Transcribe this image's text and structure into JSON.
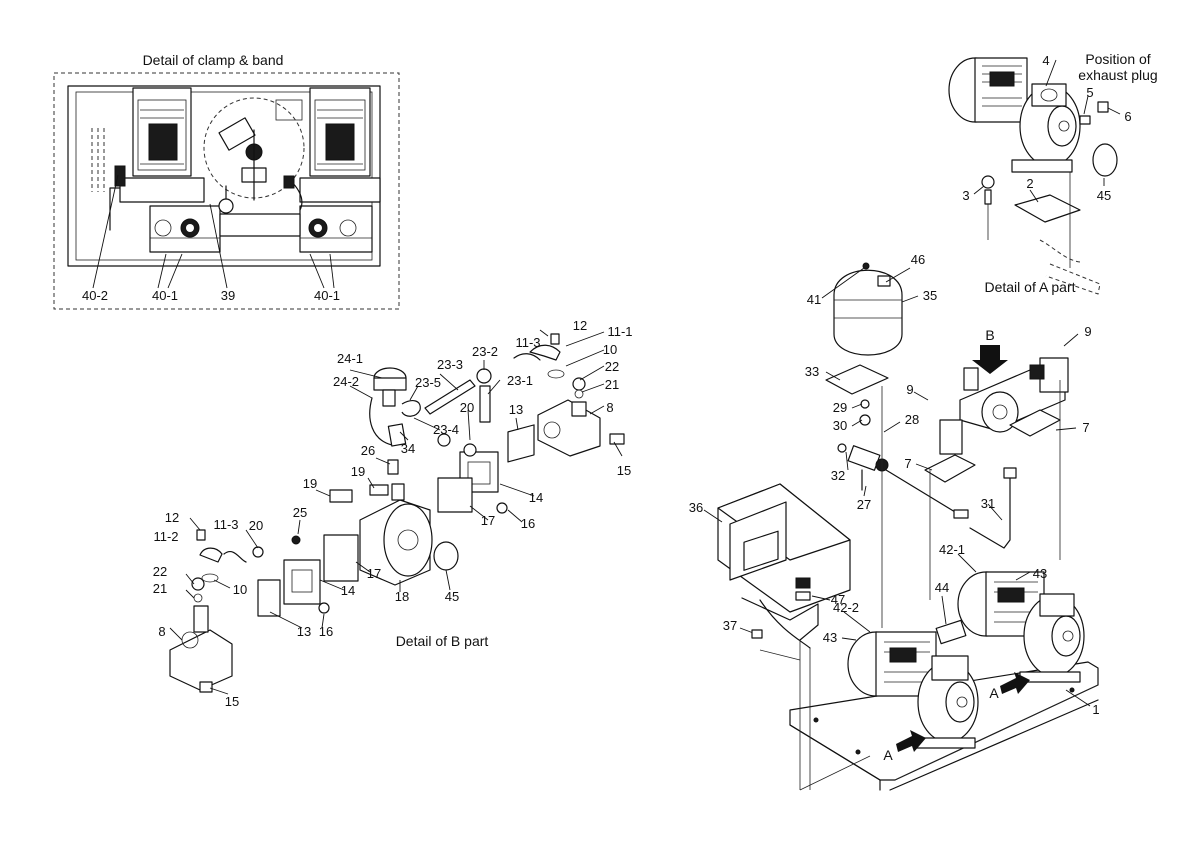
{
  "captions": {
    "clamp_band": "Detail of clamp & band",
    "b_part": "Detail of B part",
    "a_part": "Detail of A part",
    "exhaust_plug_1": "Position of",
    "exhaust_plug_2": "exhaust plug"
  },
  "arrow_labels": {
    "b": "B",
    "a1": "A",
    "a2": "A"
  },
  "callouts": [
    "40-2",
    "40-1",
    "39",
    "40-1",
    "24-1",
    "24-2",
    "23-3",
    "23-5",
    "23-2",
    "23-1",
    "23-4",
    "11-3",
    "12",
    "11-1",
    "10",
    "22",
    "21",
    "8",
    "20",
    "13",
    "34",
    "15",
    "26",
    "19",
    "19",
    "14",
    "17",
    "16",
    "12",
    "11-3",
    "11-2",
    "20",
    "25",
    "22",
    "21",
    "10",
    "17",
    "14",
    "18",
    "45",
    "8",
    "13",
    "16",
    "15",
    "4",
    "5",
    "6",
    "3",
    "2",
    "45",
    "46",
    "41",
    "35",
    "9",
    "33",
    "9",
    "29",
    "30",
    "28",
    "7",
    "7",
    "32",
    "27",
    "31",
    "36",
    "42-1",
    "43",
    "44",
    "47",
    "42-2",
    "37",
    "43",
    "1"
  ]
}
